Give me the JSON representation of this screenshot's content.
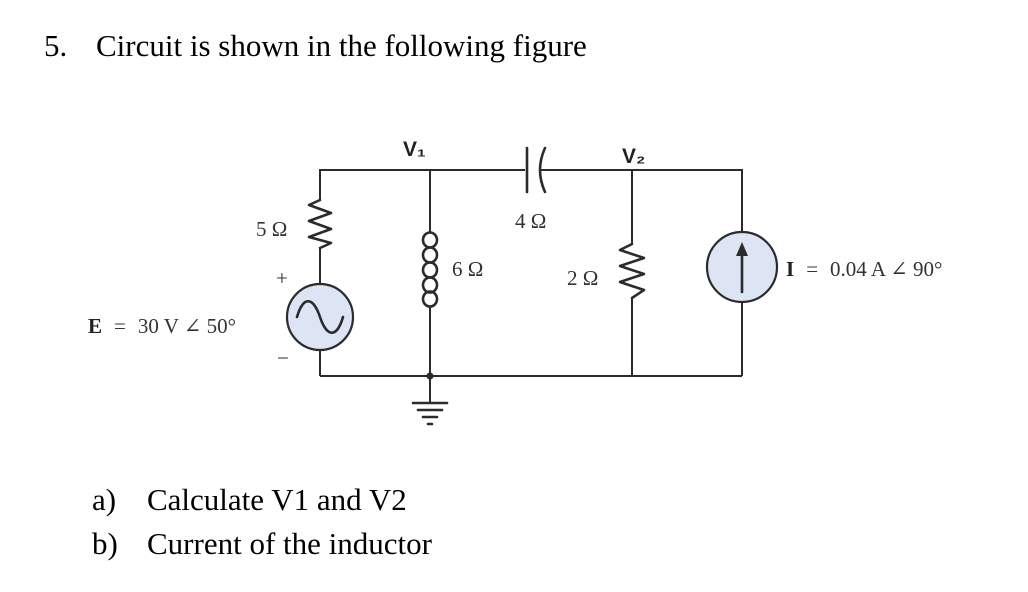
{
  "question": {
    "number": "5.",
    "text": "Circuit is shown in the following figure"
  },
  "circuit": {
    "node_labels": {
      "v1": "V₁",
      "v2": "V₂"
    },
    "components": {
      "series_resistor": "5 Ω",
      "inductor": "6 Ω",
      "capacitor": "4 Ω",
      "shunt_resistor": "2 Ω"
    },
    "voltage_source": {
      "symbol": "E",
      "equals": "=",
      "value": "30 V ∠ 50°",
      "plus": "+",
      "minus": "−"
    },
    "current_source": {
      "symbol": "I",
      "equals": "=",
      "value": "0.04 A ∠ 90°"
    }
  },
  "parts": [
    {
      "label": "a)",
      "text": "Calculate V1 and V2"
    },
    {
      "label": "b)",
      "text": "Current of the inductor"
    }
  ]
}
